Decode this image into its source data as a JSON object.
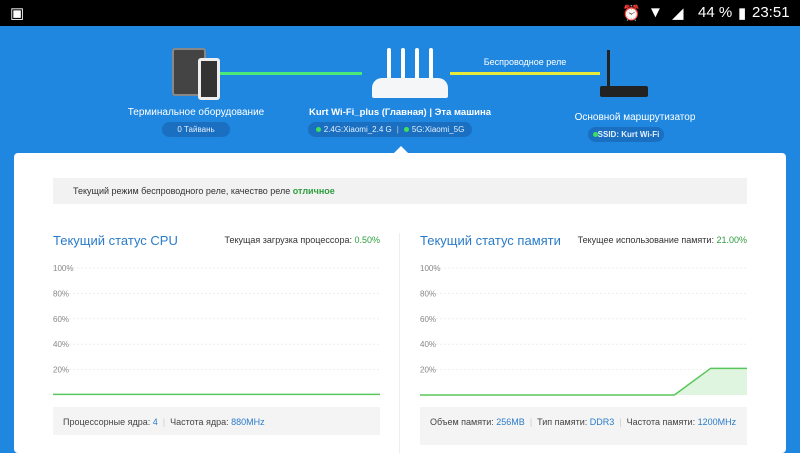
{
  "status_bar": {
    "battery": "44 %",
    "time": "23:51"
  },
  "topology": {
    "terminal_label": "Терминальное оборудование",
    "terminal_count": "0 Тайвань",
    "router_name": "Kurt Wi-Fi_plus (Главная)",
    "router_this": "Эта машина",
    "band_24": "2.4G:Xiaomi_2.4 G",
    "band_5": "5G:Xiaomi_5G",
    "relay_label": "Беспроводное реле",
    "main_router_label": "Основной маршрутизатор",
    "ssid": "SSID: Kurt Wi-Fi",
    "colors": {
      "left_link": "#4be87a",
      "right_link": "#e6ea3a"
    }
  },
  "notice": {
    "text": "Текущий режим беспроводного реле, качество реле ",
    "quality": "отличное"
  },
  "cpu": {
    "title": "Текущий статус CPU",
    "load_label": "Текущая загрузка процессора:",
    "load_value": "0.50%",
    "cores_label": "Процессорные ядра:",
    "cores": "4",
    "freq_label": "Частота ядра:",
    "freq": "880MHz"
  },
  "memory": {
    "title": "Текущий статус памяти",
    "usage_label": "Текущее использование памяти:",
    "usage_value": "21.00%",
    "size_label": "Объем памяти:",
    "size": "256MB",
    "type_label": "Тип памяти:",
    "type": "DDR3",
    "freq_label": "Частота памяти:",
    "freq": "1200MHz"
  },
  "chart_data": [
    {
      "type": "area",
      "title": "Текущий статус CPU",
      "yticks": [
        "100%",
        "80%",
        "60%",
        "40%",
        "20%"
      ],
      "ylim": [
        0,
        100
      ],
      "values": [
        0.5,
        0.5,
        0.5,
        0.5,
        0.5,
        0.5,
        0.5,
        0.5,
        0.5,
        0.5
      ]
    },
    {
      "type": "area",
      "title": "Текущий статус памяти",
      "yticks": [
        "100%",
        "80%",
        "60%",
        "40%",
        "20%"
      ],
      "ylim": [
        0,
        100
      ],
      "values": [
        0,
        0,
        0,
        0,
        0,
        0,
        0,
        0,
        21,
        21
      ]
    }
  ]
}
